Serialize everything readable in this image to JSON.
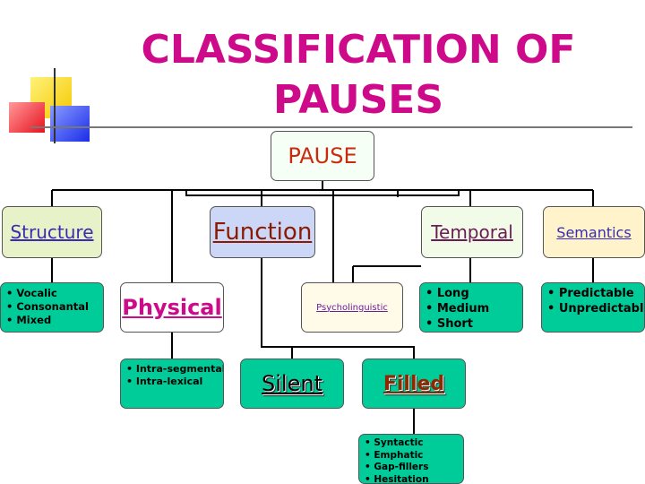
{
  "title": "CLASSIFICATION OF PAUSES",
  "colors": {
    "title": "#cc0a8a",
    "accent_green": "#00cc99",
    "structure_bg": "#e8f2c8",
    "function_bg": "#ccd7f7",
    "temporal_bg": "#f2fae8",
    "semantics_bg": "#fff3cc",
    "psycho_bg": "#fffbe8",
    "pause_bg": "#f6fff6"
  },
  "nodes": {
    "pause": "PAUSE",
    "structure": "Structure",
    "function": "Function",
    "temporal": "Temporal",
    "semantics": "Semantics",
    "physical": "Physical",
    "psycholinguistic": "Psycholinguistic",
    "silent": "Silent",
    "filled": "Filled"
  },
  "lists": {
    "structure": [
      "Vocalic",
      "Consonantal",
      "Mixed"
    ],
    "temporal": [
      "Long",
      "Medium",
      "Short"
    ],
    "semantics": [
      "Predictable",
      "Unpredictable"
    ],
    "physical": [
      "Intra-segmental",
      "Intra-lexical"
    ],
    "filled": [
      "Syntactic",
      "Emphatic",
      "Gap-fillers",
      "Hesitation"
    ]
  }
}
